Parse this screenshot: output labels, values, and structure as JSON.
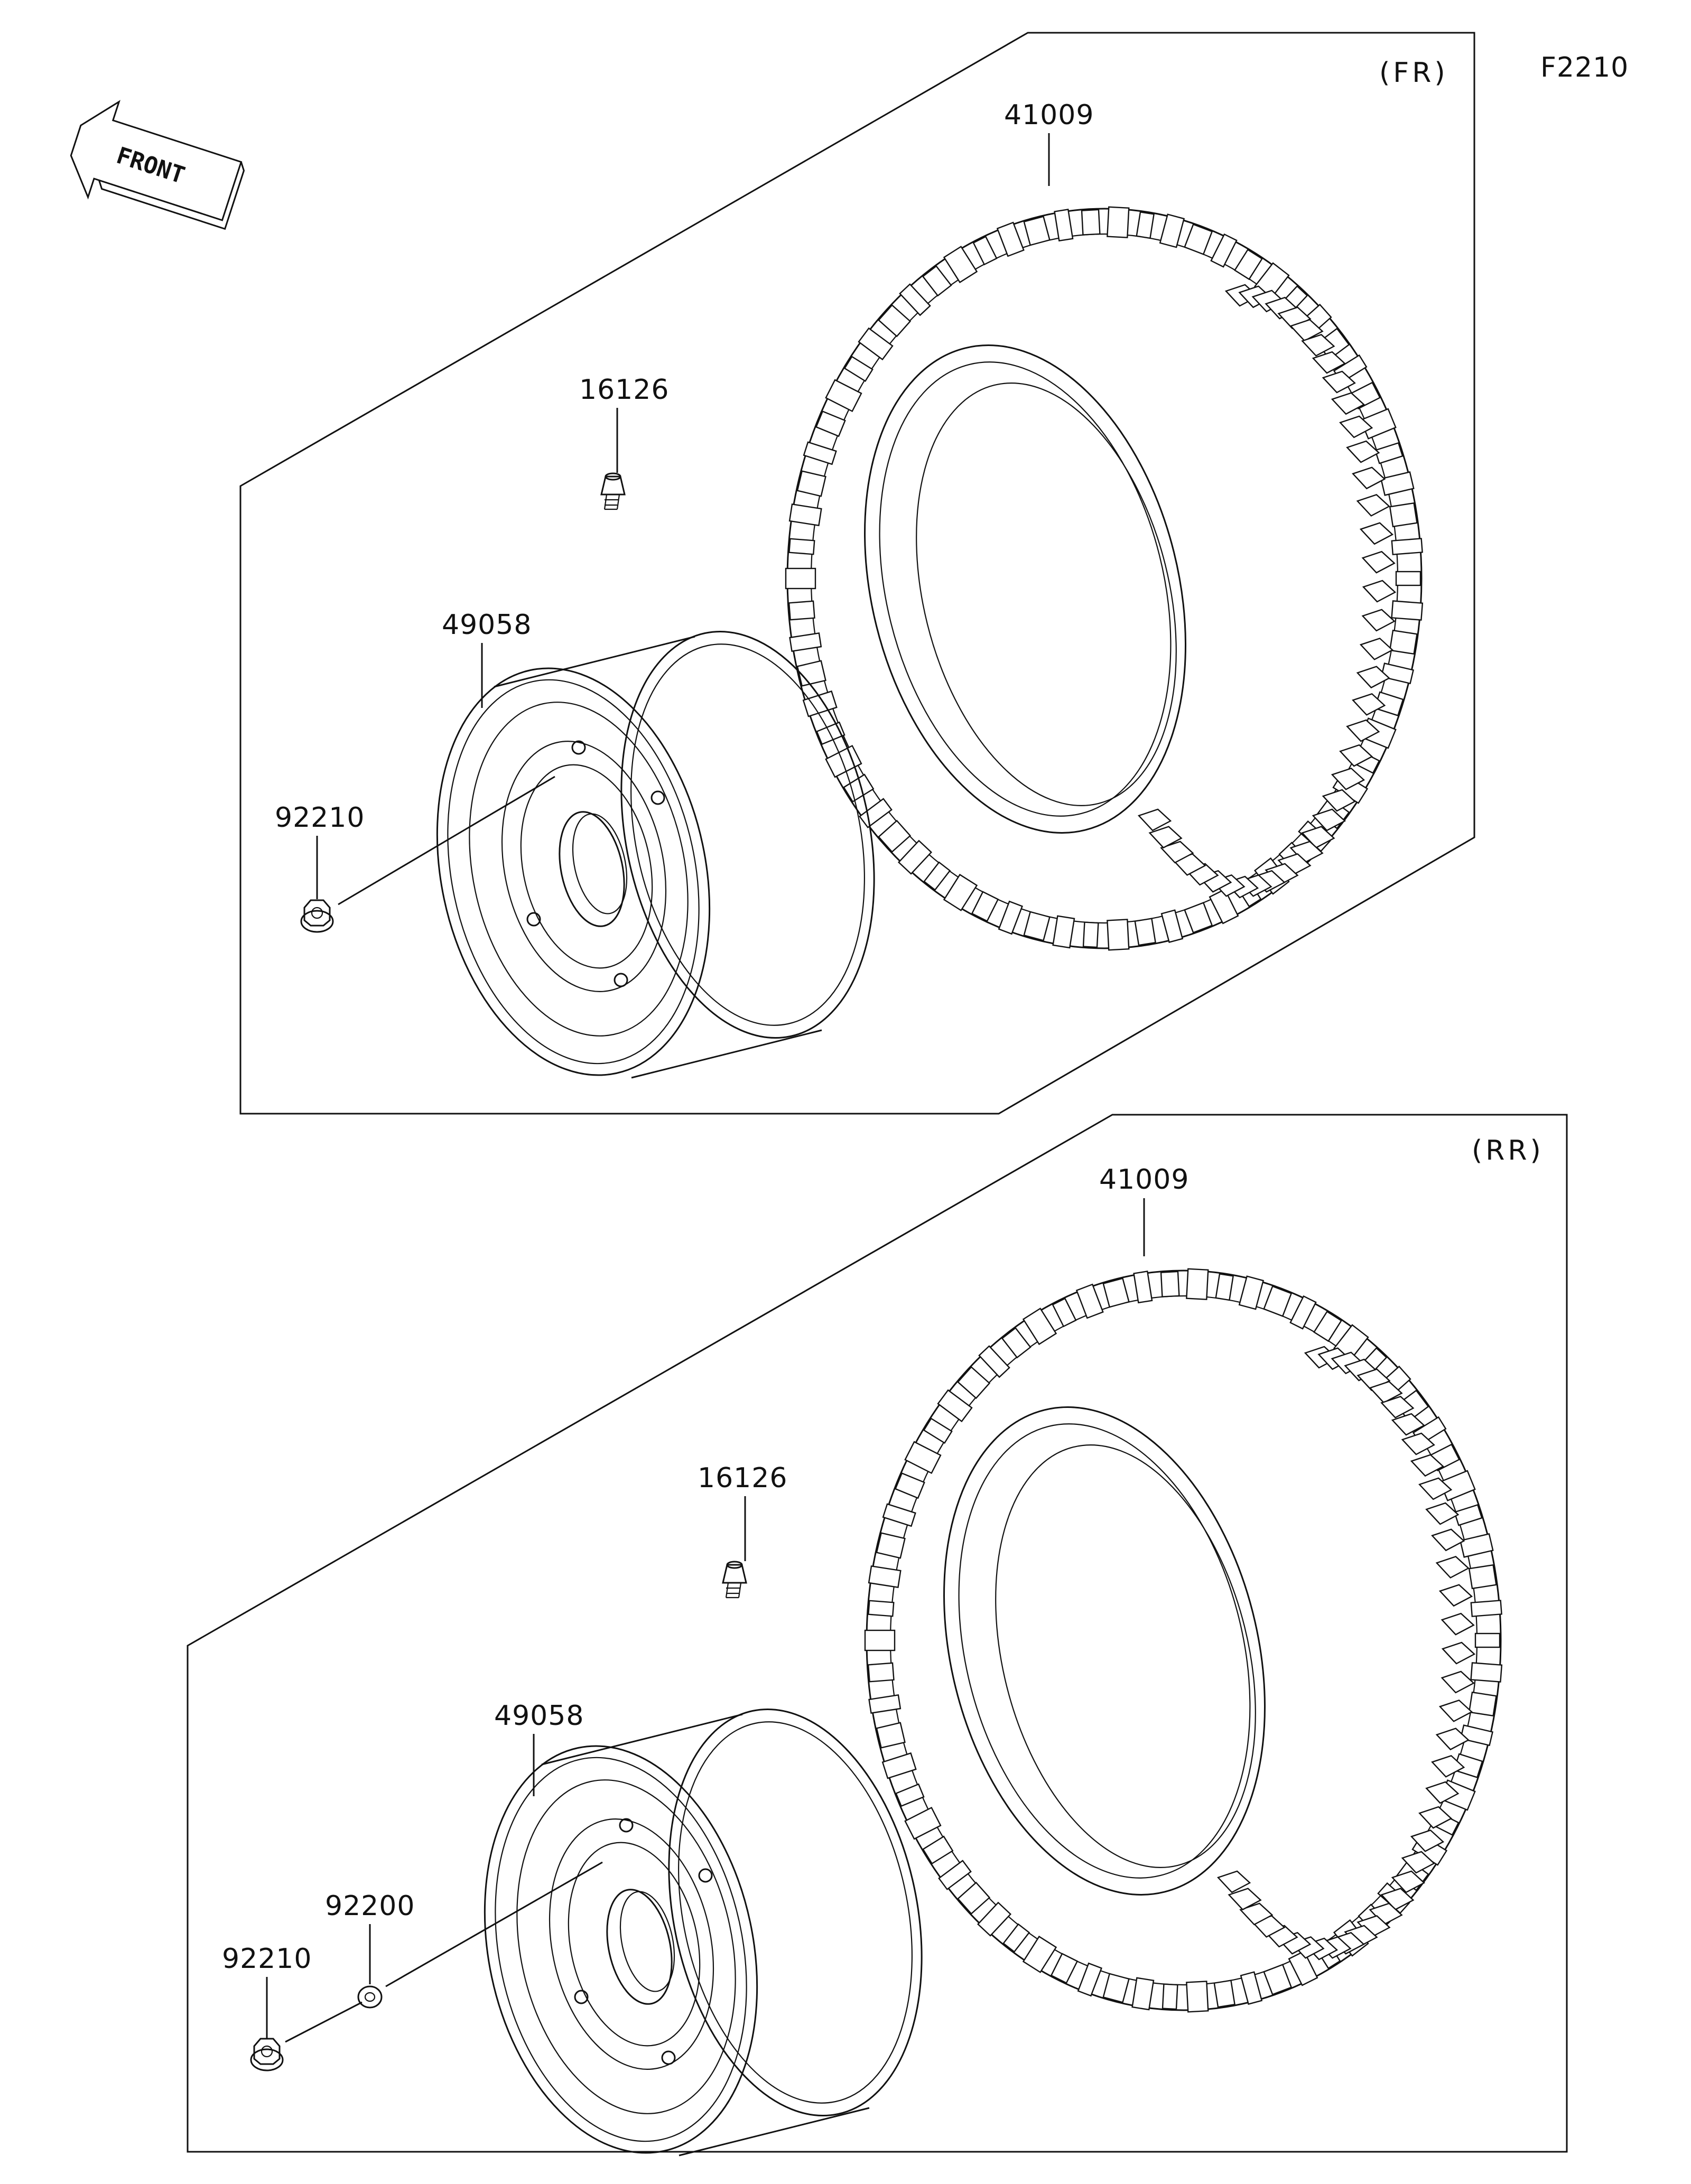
{
  "diagram_id": "F2210",
  "front_arrow_label": "FRONT",
  "panels": [
    {
      "id": "front",
      "header": "(FR)",
      "parts": {
        "tire": "41009",
        "valve": "16126",
        "wheel": "49058",
        "nut": "92210"
      }
    },
    {
      "id": "rear",
      "header": "(RR)",
      "parts": {
        "tire": "41009",
        "valve": "16126",
        "wheel": "49058",
        "washer": "92200",
        "nut": "92210"
      }
    }
  ]
}
